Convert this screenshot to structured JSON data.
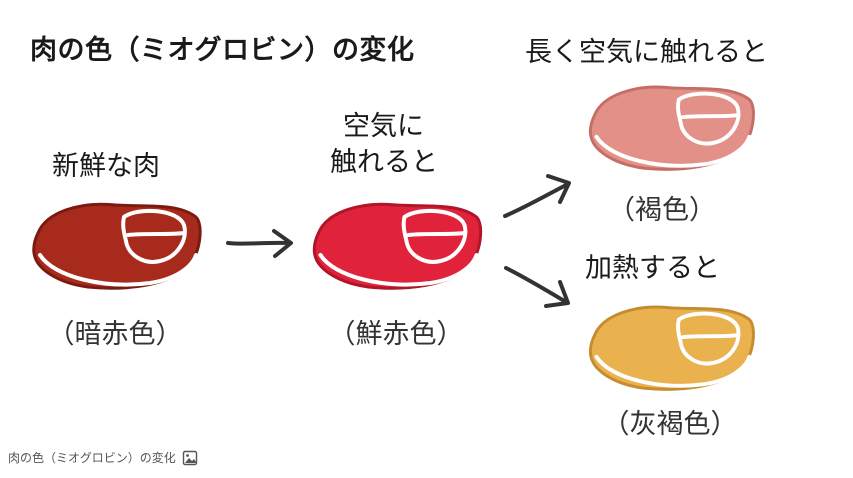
{
  "title": "肉の色（ミオグロビン）の変化",
  "stages": {
    "fresh": {
      "label": "新鮮な肉",
      "color_name": "（暗赤色）",
      "fill": "#a72a1d",
      "edge": "#7d1a10"
    },
    "air": {
      "label_line1": "空気に",
      "label_line2": "触れると",
      "color_name": "（鮮赤色）",
      "fill": "#e0223b",
      "edge": "#b01529"
    },
    "long_air": {
      "label": "長く空気に触れると",
      "color_name": "（褐色）",
      "fill": "#e39088",
      "edge": "#c46e67"
    },
    "heated": {
      "label": "加熱すると",
      "color_name": "（灰褐色）",
      "fill": "#eab24f",
      "edge": "#c58d30"
    }
  },
  "caption": {
    "text": "肉の色（ミオグロビン）の変化",
    "icon": "image-icon"
  }
}
